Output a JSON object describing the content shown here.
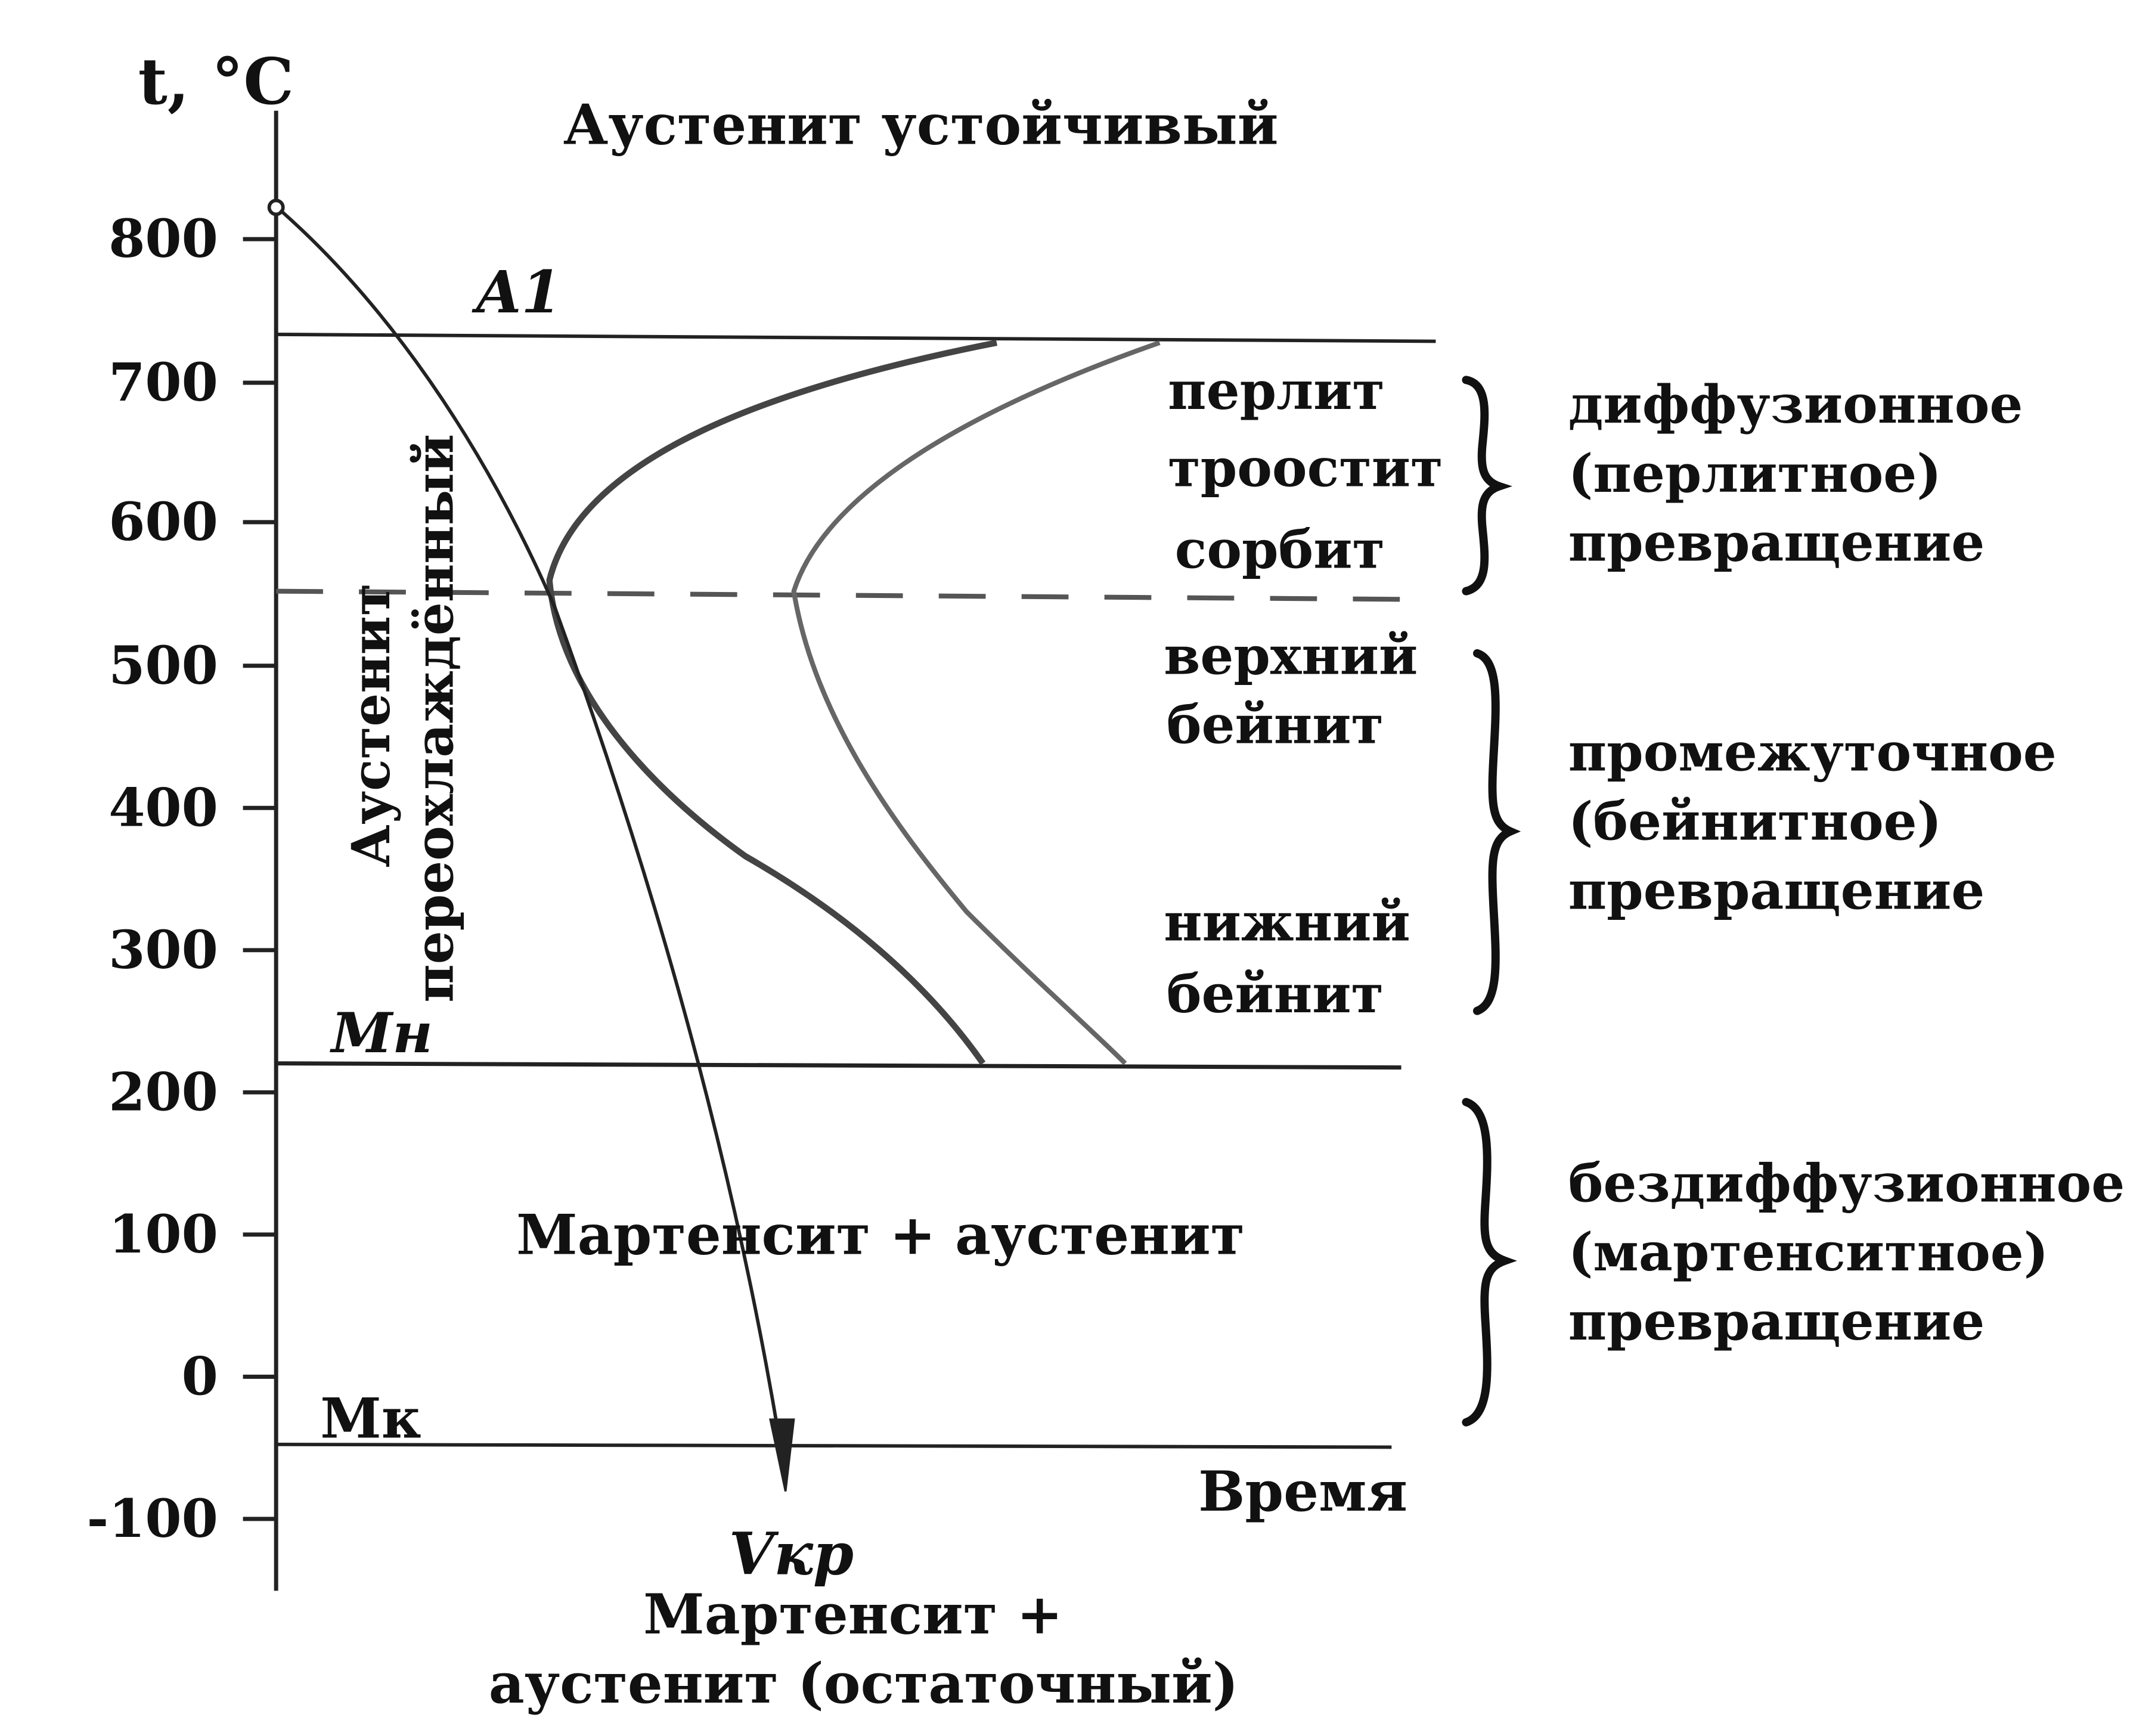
{
  "diagram": {
    "y_axis_label": "t, °C",
    "y_ticks": [
      "800",
      "700",
      "600",
      "500",
      "400",
      "300",
      "200",
      "100",
      "0",
      "-100"
    ],
    "lines": {
      "a1": "A1",
      "mn": "Мн",
      "mk": "Мк"
    },
    "regions": {
      "stable_austenite": "Аустенит устойчивый",
      "supercooled_austenite_line1": "Аустенит",
      "supercooled_austenite_line2": "переохлаждённый",
      "martensite_austenite": "Мартенсит + аустенит"
    },
    "time_label": "Время",
    "critical_rate": "Vкр",
    "result_line1": "Мартенсит +",
    "result_line2": "аустенит (остаточный)",
    "structures": {
      "pearlite": "перлит",
      "troostite": "троостит",
      "sorbite": "сорбит",
      "upper_bainite_1": "верхний",
      "upper_bainite_2": "бейнит",
      "lower_bainite_1": "нижний",
      "lower_bainite_2": "бейнит"
    },
    "transformations": {
      "diffusion_1": "диффузионное",
      "diffusion_2": "(перлитное)",
      "diffusion_3": "превращение",
      "intermediate_1": "промежуточное",
      "intermediate_2": "(бейнитное)",
      "intermediate_3": "превращение",
      "diffusionless_1": "бездиффузионное",
      "diffusionless_2": "(мартенситное)",
      "diffusionless_3": "превращение"
    },
    "colors": {
      "ink": "#111111",
      "curve": "#555555",
      "curve_dark": "#444444"
    }
  }
}
